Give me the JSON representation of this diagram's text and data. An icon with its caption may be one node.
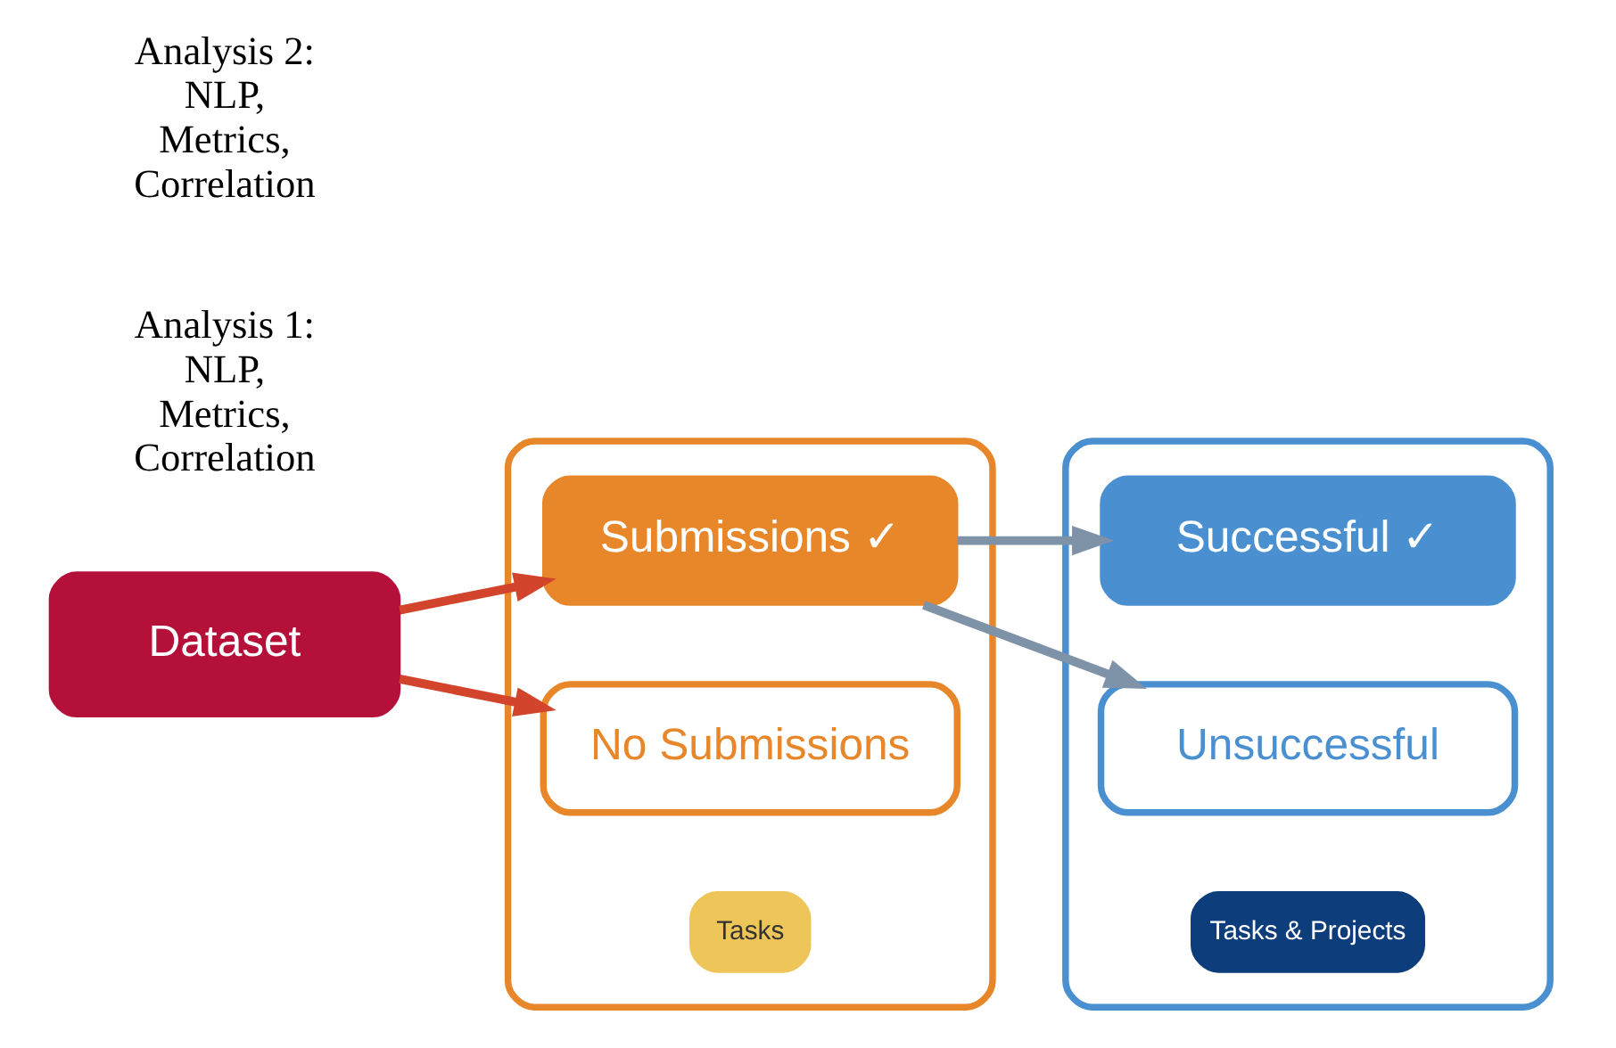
{
  "diagram": {
    "nodes": [
      {
        "text": [
          "Dataset"
        ]
      },
      {
        "text": [],
        "shape": "box"
      },
      {
        "text": [
          "Submissions ✓"
        ],
        "in": 1
      },
      {
        "text": [
          "No Submissions"
        ],
        "in": 1
      },
      {
        "text": [
          "Tasks"
        ],
        "in": 1
      },
      {
        "text": [],
        "shape": "box"
      },
      {
        "text": [
          "Successful ✓"
        ],
        "in": 5
      },
      {
        "text": [
          "Unsuccessful"
        ],
        "in": 5
      },
      {
        "text": [
          "Tasks & Projects"
        ],
        "in": 5
      }
    ],
    "edges": [
      {
        "from": 0,
        "to": 2,
        "arrow": "to",
        "color": "#d2452c"
      },
      {
        "from": 0,
        "to": 3,
        "arrow": "to",
        "color": "#d2452c"
      },
      {
        "from": 2,
        "to": 6,
        "arrow": "to",
        "color": "#7f93a8"
      },
      {
        "from": 2,
        "to": 7,
        "arrow": "to",
        "color": "#7f93a8"
      }
    ],
    "labels": [
      "Analysis 1: NLP, Metrics, Correlation",
      "Analysis 2: NLP, Metrics, Correlation"
    ]
  }
}
